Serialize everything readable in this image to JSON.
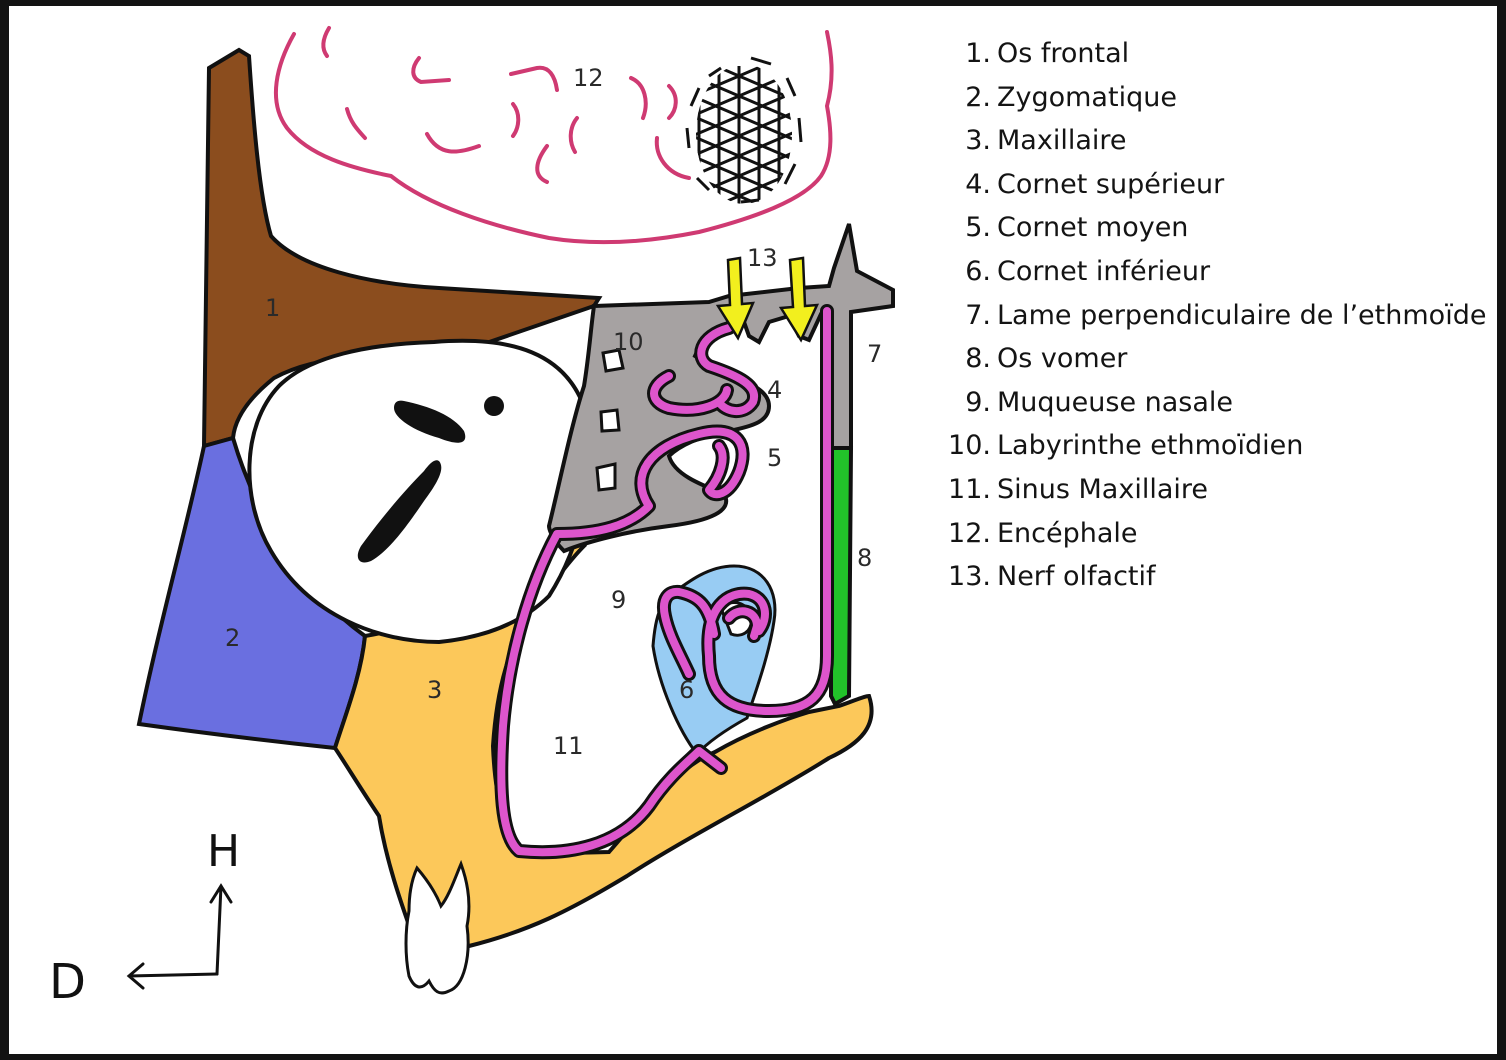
{
  "legend": [
    {
      "num": "1.",
      "text": "Os frontal"
    },
    {
      "num": "2.",
      "text": "Zygomatique"
    },
    {
      "num": "3.",
      "text": "Maxillaire"
    },
    {
      "num": "4.",
      "text": "Cornet supérieur"
    },
    {
      "num": "5.",
      "text": "Cornet moyen"
    },
    {
      "num": "6.",
      "text": "Cornet inférieur"
    },
    {
      "num": "7.",
      "text": "Lame perpendiculaire de l’ethmoïde"
    },
    {
      "num": "8.",
      "text": "Os vomer"
    },
    {
      "num": "9.",
      "text": "Muqueuse nasale"
    },
    {
      "num": "10.",
      "text": "Labyrinthe ethmoïdien"
    },
    {
      "num": "11.",
      "text": "Sinus Maxillaire"
    },
    {
      "num": "12.",
      "text": "Encéphale"
    },
    {
      "num": "13.",
      "text": "Nerf olfactif"
    }
  ],
  "labels": {
    "l1": "1",
    "l2": "2",
    "l3": "3",
    "l4": "4",
    "l5": "5",
    "l6": "6",
    "l7": "7",
    "l8": "8",
    "l9": "9",
    "l10": "10",
    "l11": "11",
    "l12": "12",
    "l13": "13"
  },
  "orientation": {
    "up": "H",
    "left": "D"
  },
  "colors": {
    "frontal": "#8b4d1e",
    "zygomatic": "#6a6fe0",
    "maxilla": "#fcc85a",
    "ethmoid": "#a6a2a2",
    "vomer": "#22c22a",
    "mucosa": "#dd55cc",
    "inferior_turbinate": "#98ccf3",
    "brain": "#cf3a72",
    "olfactory_nerve": "#f2ef1e"
  }
}
